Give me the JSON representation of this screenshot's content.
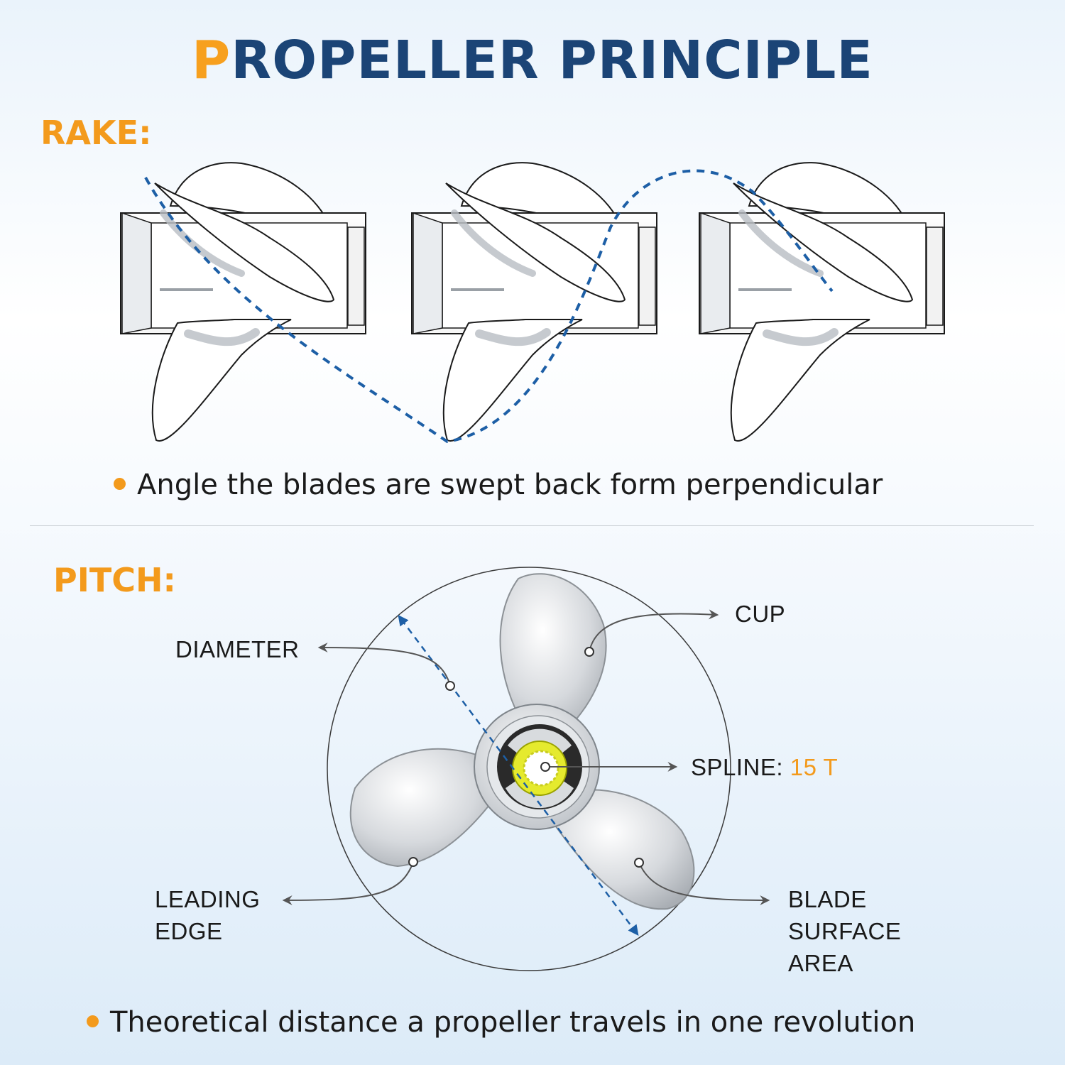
{
  "title": {
    "first_letter": "P",
    "rest": "ROPELLER PRINCIPLE"
  },
  "rake": {
    "label": "RAKE:",
    "description": "Angle the blades are swept back form perpendicular"
  },
  "pitch": {
    "label": "PITCH:",
    "description": "Theoretical distance a propeller travels in one revolution",
    "callouts": {
      "cup": "CUP",
      "diameter": "DIAMETER",
      "spline_label": "SPLINE:",
      "spline_value": "15 T",
      "leading_edge_line1": "LEADING",
      "leading_edge_line2": "EDGE",
      "blade_line1": "BLADE",
      "blade_line2": "SURFACE",
      "blade_line3": "AREA"
    }
  },
  "colors": {
    "accent": "#f39a1c",
    "title_navy": "#1b4476",
    "dashed_line": "#1d5fa6"
  }
}
